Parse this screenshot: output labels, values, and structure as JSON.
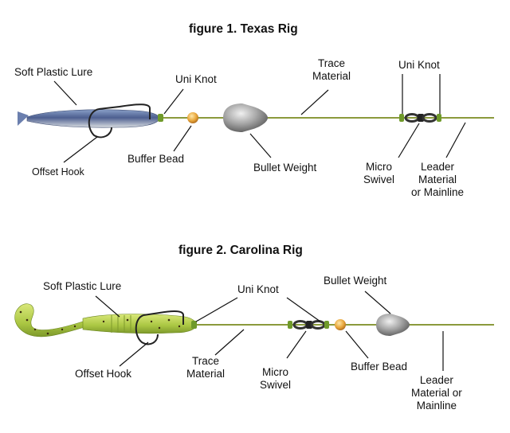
{
  "fig1": {
    "title": "figure 1. Texas Rig",
    "labels": {
      "soft_plastic_lure": "Soft Plastic Lure",
      "uni_knot_a": "Uni Knot",
      "trace_material": "Trace\nMaterial",
      "uni_knot_b": "Uni Knot",
      "offset_hook": "Offset Hook",
      "buffer_bead": "Buffer Bead",
      "bullet_weight": "Bullet Weight",
      "micro_swivel": "Micro\nSwivel",
      "leader": "Leader\nMaterial\nor Mainline"
    }
  },
  "fig2": {
    "title": "figure 2. Carolina Rig",
    "labels": {
      "soft_plastic_lure": "Soft Plastic Lure",
      "uni_knot": "Uni Knot",
      "bullet_weight": "Bullet Weight",
      "offset_hook": "Offset Hook",
      "trace_material": "Trace\nMaterial",
      "micro_swivel": "Micro\nSwivel",
      "buffer_bead": "Buffer Bead",
      "leader": "Leader\nMaterial or\nMainline"
    }
  },
  "colors": {
    "line": "#8b9a3c",
    "knot": "#6f9a2a",
    "bead": "#e8a63a",
    "weight": "#9a9a9a",
    "lure1": "#5b6e9e",
    "lure2": "#b7d14f",
    "leader_line": "#111111"
  }
}
